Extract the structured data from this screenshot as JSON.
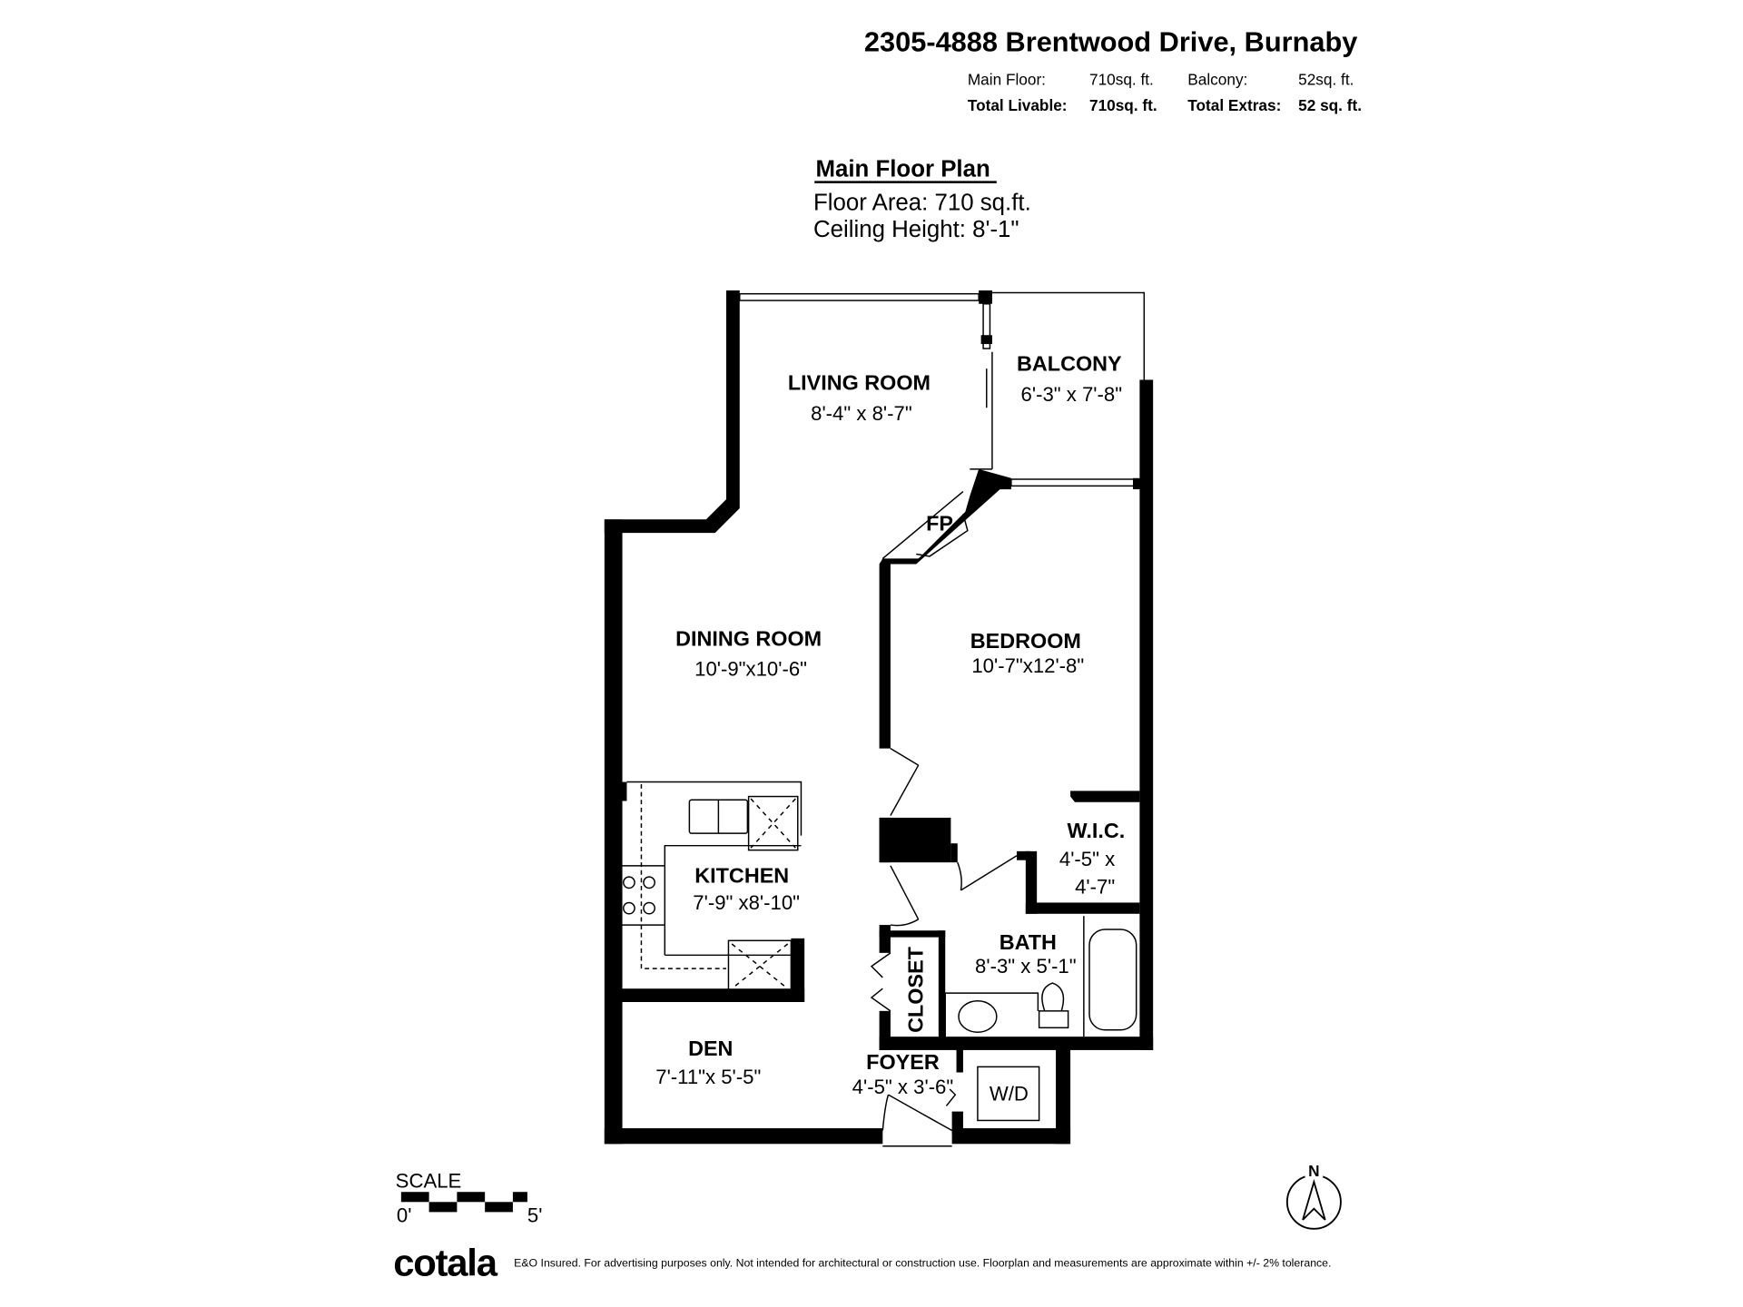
{
  "header": {
    "address": "2305-4888 Brentwood Drive, Burnaby",
    "summary": {
      "main_floor_label": "Main Floor:",
      "main_floor_value": "710sq. ft.",
      "balcony_label": "Balcony:",
      "balcony_value": "52sq. ft.",
      "total_livable_label": "Total Livable:",
      "total_livable_value": "710sq. ft.",
      "total_extras_label": "Total Extras:",
      "total_extras_value": "52 sq. ft."
    }
  },
  "plan": {
    "title": "Main Floor Plan",
    "floor_area": "Floor Area:  710 sq.ft.",
    "ceiling_height": "Ceiling Height: 8'-1\""
  },
  "rooms": {
    "living": {
      "name": "LIVING ROOM",
      "dims": "8'-4\" x 8'-7\""
    },
    "balcony": {
      "name": "BALCONY",
      "dims": "6'-3\" x 7'-8\""
    },
    "fireplace": {
      "name": "FP"
    },
    "dining": {
      "name": "DINING ROOM",
      "dims": "10'-9\"x10'-6\""
    },
    "bedroom": {
      "name": "BEDROOM",
      "dims": "10'-7\"x12'-8\""
    },
    "wic": {
      "name": "W.I.C.",
      "dims_line1": "4'-5\" x",
      "dims_line2": "4'-7\""
    },
    "kitchen": {
      "name": "KITCHEN",
      "dims": "7'-9\" x8'-10\""
    },
    "bath": {
      "name": "BATH",
      "dims": "8'-3\" x 5'-1\""
    },
    "closet": {
      "name": "CLOSET"
    },
    "den": {
      "name": "DEN",
      "dims": "7'-11\"x 5'-5\""
    },
    "foyer": {
      "name": "FOYER",
      "dims": "4'-5\" x 3'-6\""
    },
    "laundry": {
      "name": "W/D"
    }
  },
  "scale": {
    "label": "SCALE",
    "start": "0'",
    "end": "5'"
  },
  "compass": {
    "label": "N",
    "icon": "north-arrow-icon"
  },
  "footer": {
    "logo": "cotala",
    "disclaimer": "E&O Insured. For advertising purposes only. Not intended for architectural or construction use. Floorplan and measurements are approximate within +/- 2% tolerance."
  },
  "colors": {
    "wall": "#000000",
    "background": "#ffffff"
  }
}
